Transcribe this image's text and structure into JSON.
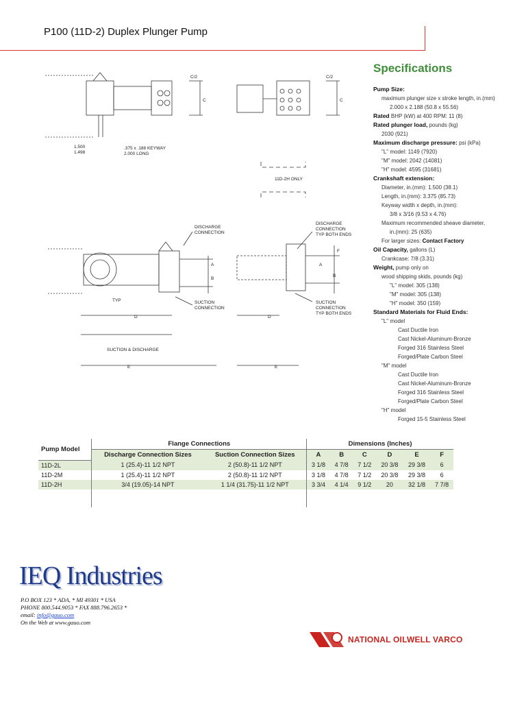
{
  "header": {
    "title": "P100 (11D-2) Duplex Plunger Pump"
  },
  "drawing_labels": {
    "keyway": ".375 x .188 KEYWAY",
    "keyway_long": "2.000 LONG",
    "shaft_dia_top": "1.500",
    "shaft_dia_bottom": "1.498",
    "only_note": "11D-2H ONLY",
    "discharge_l1": "DISCHARGE",
    "discharge_l2": "CONNECTION",
    "discharge_r1": "DISCHARGE",
    "discharge_r2": "CONNECTION",
    "discharge_r3": "TYP BOTH ENDS",
    "suction_l1": "SUCTION",
    "suction_l2": "CONNECTION",
    "suction_r1": "SUCTION",
    "suction_r2": "CONNECTION",
    "suction_r3": "TYP BOTH ENDS",
    "typ": "TYP",
    "suction_discharge": "SUCTION & DISCHARGE",
    "c2": "C/2",
    "c": "C",
    "a": "A",
    "b": "B",
    "d": "D",
    "e": "E",
    "f": "F"
  },
  "specifications": {
    "title": "Specifications",
    "pump_size_label": "Pump Size:",
    "pump_size_desc": "maximum plunger size x stroke length, in.(mm)",
    "pump_size_value": "2.000 x 2.188 (50.8 x 55.56)",
    "rated_label": "Rated",
    "rated_value": "BHP (kW) at 400 RPM: 11 (8)",
    "plunger_load_label": "Rated plunger load,",
    "plunger_load_unit": "pounds (kg)",
    "plunger_load_value": "2030 (921)",
    "max_discharge_label": "Maximum discharge pressure:",
    "max_discharge_unit": "psi (kPa)",
    "l_model": "\"L\" model: 1149 (7920)",
    "m_model": "\"M\" model: 2042 (14081)",
    "h_model": "\"H\" model: 4595 (31681)",
    "crankshaft_label": "Crankshaft extension:",
    "diameter": "Diameter, in.(mm): 1.500 (38.1)",
    "length": "Length, in.(mm): 3.375 (85.73)",
    "keyway_label": "Keyway width x depth, in.(mm):",
    "keyway_value": "3/8 x 3/16 (9.53 x 4.76)",
    "sheave_label": "Maximum recommended sheave diameter,",
    "sheave_value": "in.(mm): 25 (635)",
    "larger_sizes": "For larger sizes:",
    "contact_factory": "Contact Factory",
    "oil_label": "Oil Capacity,",
    "oil_unit": "gallons (L)",
    "crankcase": "Crankcase: 7/8 (3.31)",
    "weight_label": "Weight,",
    "weight_unit": "pump only on",
    "weight_desc": "wood shipping skids, pounds (kg)",
    "w_l": "\"L\" model: 305 (138)",
    "w_m": "\"M\" model: 305 (138)",
    "w_h": "\"H\" model: 350 (159)",
    "materials_label": "Standard Materials for Fluid Ends:",
    "mat_l": "\"L\" model",
    "mat_l1": "Cast Ductile Iron",
    "mat_l2": "Cast Nickel-Aluminum-Bronze",
    "mat_l3": "Forged 316 Stainless Steel",
    "mat_l4": "Forged/Plate Carbon Steel",
    "mat_m": "\"M\" model",
    "mat_m1": "Cast Ductile Iron",
    "mat_m2": "Cast Nickel-Aluminum-Bronze",
    "mat_m3": "Forged 316 Stainless Steel",
    "mat_m4": "Forged/Plate Carbon Steel",
    "mat_h": "\"H\" model",
    "mat_h1": "Forged 15-5 Stainless Steel"
  },
  "table": {
    "pump_model": "Pump Model",
    "flange": "Flange Connections",
    "dimensions": "Dimensions (Inches)",
    "discharge_sizes": "Discharge Connection Sizes",
    "suction_sizes": "Suction Connection Sizes",
    "cols": [
      "A",
      "B",
      "C",
      "D",
      "E",
      "F"
    ],
    "rows": [
      {
        "model": "11D-2L",
        "discharge": "1 (25.4)-11 1/2 NPT",
        "suction": "2 (50.8)-11 1/2 NPT",
        "dims": [
          "3 1/8",
          "4 7/8",
          "7 1/2",
          "20 3/8",
          "29 3/8",
          "6"
        ]
      },
      {
        "model": "11D-2M",
        "discharge": "1 (25.4)-11 1/2 NPT",
        "suction": "2 (50.8)-11 1/2 NPT",
        "dims": [
          "3 1/8",
          "4 7/8",
          "7 1/2",
          "20 3/8",
          "29 3/8",
          "6"
        ]
      },
      {
        "model": "11D-2H",
        "discharge": "3/4 (19.05)-14 NPT",
        "suction": "1 1/4 (31.75)-11 1/2 NPT",
        "dims": [
          "3 3/4",
          "4 1/4",
          "9 1/2",
          "20",
          "32 1/8",
          "7 7/8"
        ]
      }
    ]
  },
  "footer": {
    "company": "IEQ Industries",
    "address": "P.O BOX  123  * ADA, * MI 49301 * USA",
    "phone": "PHONE  800.544.9053 * FAX 888.796.2653 *",
    "email_label": "email: ",
    "email": "info@gauo.com",
    "web": "On the Web at www.gauo.com",
    "partner": "NATIONAL OILWELL VARCO",
    "partner_mark": "NOV",
    "colors": {
      "accent_green": "#3f8f3a",
      "rule_red": "#d33",
      "logo_blue": "#1f3a8a",
      "nov_red": "#c8231d"
    }
  }
}
